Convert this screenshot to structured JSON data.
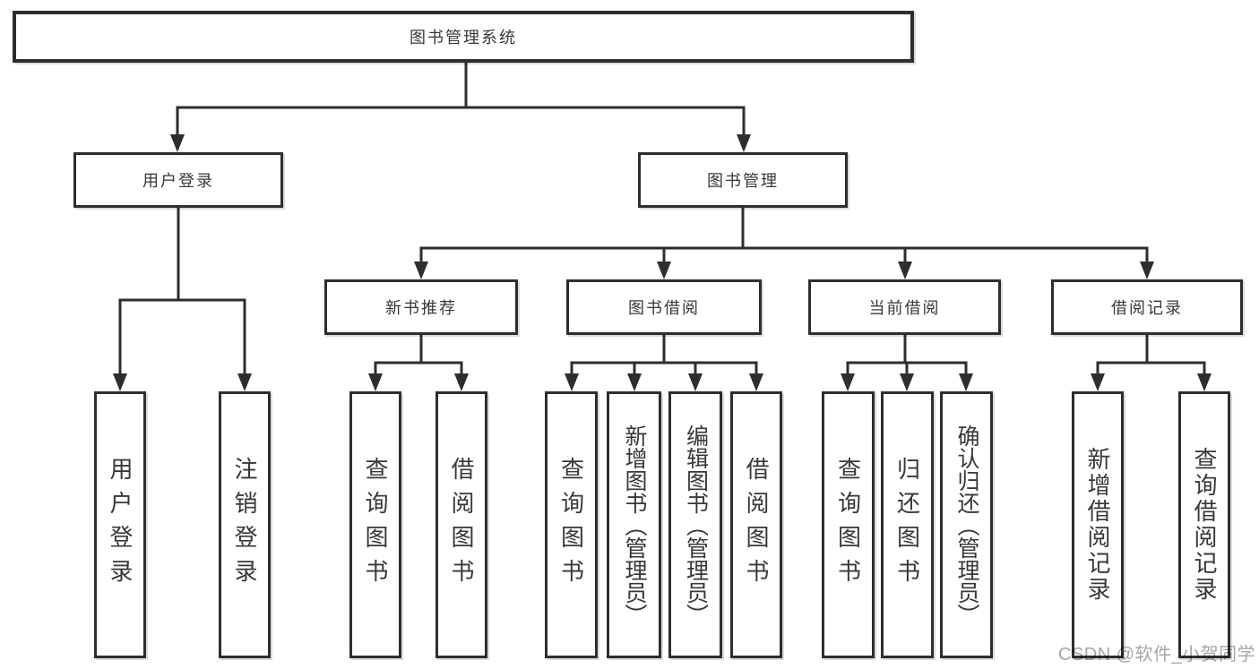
{
  "tree": {
    "label": "图书管理系统",
    "children": [
      {
        "label": "用户登录",
        "children": [
          {
            "label": "用户登录"
          },
          {
            "label": "注销登录"
          }
        ]
      },
      {
        "label": "图书管理",
        "children": [
          {
            "label": "新书推荐",
            "children": [
              {
                "label": "查询图书"
              },
              {
                "label": "借阅图书"
              }
            ]
          },
          {
            "label": "图书借阅",
            "children": [
              {
                "label": "查询图书"
              },
              {
                "label": "新增图书（管理员）"
              },
              {
                "label": "编辑图书（管理员）"
              },
              {
                "label": "借阅图书"
              }
            ]
          },
          {
            "label": "当前借阅",
            "children": [
              {
                "label": "查询图书"
              },
              {
                "label": "归还图书"
              },
              {
                "label": "确认归还（管理员）"
              }
            ]
          },
          {
            "label": "借阅记录",
            "children": [
              {
                "label": "新增借阅记录"
              },
              {
                "label": "查询借阅记录"
              }
            ]
          }
        ]
      }
    ]
  },
  "watermark": {
    "text": "CSDN @软件_小贺同学"
  },
  "colors": {
    "line": "#2e2e2e",
    "box_border": "#2e2e2e",
    "text": "#38383b",
    "watermark": "#a6a6a6",
    "background": "#ffffff"
  }
}
